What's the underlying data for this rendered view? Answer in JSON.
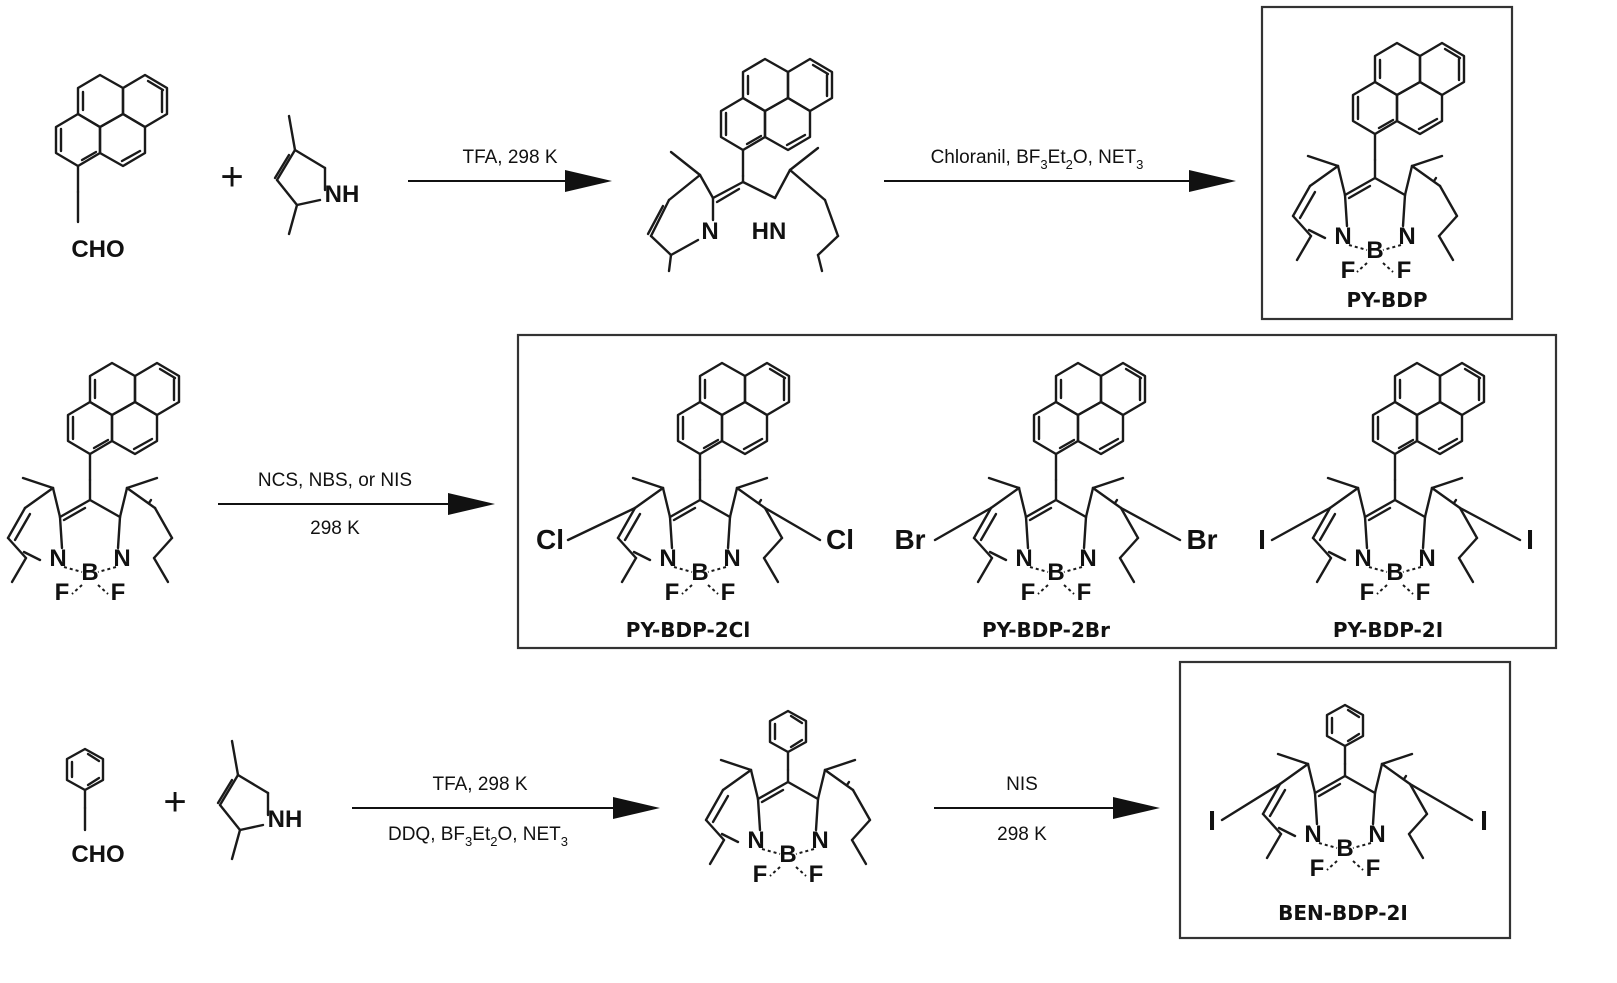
{
  "reagents": {
    "r1_top": "TFA, 298 K",
    "r2_top": [
      "Chloranil, BF",
      "3",
      "Et",
      "2",
      "O, NET",
      "3"
    ],
    "r3_top": "NCS, NBS, or NIS",
    "r3_bottom": "298 K",
    "r4_top": "TFA, 298 K",
    "r4_bottom": [
      "DDQ, BF",
      "3",
      "Et",
      "2",
      "O, NET",
      "3"
    ],
    "r5_top": "NIS",
    "r5_bottom": "298 K"
  },
  "labels": {
    "cho": "CHO",
    "nh": "NH",
    "hn": "HN",
    "n": "N",
    "b": "B",
    "f": "F",
    "plus": "+",
    "cl": "Cl",
    "br": "Br",
    "i": "I"
  },
  "compounds": {
    "py_bdp": "PY-BDP",
    "py_bdp_2cl": "PY-BDP-2Cl",
    "py_bdp_2br": "PY-BDP-2Br",
    "py_bdp_2i": "PY-BDP-2I",
    "ben_bdp_2i": "BEN-BDP-2I"
  }
}
